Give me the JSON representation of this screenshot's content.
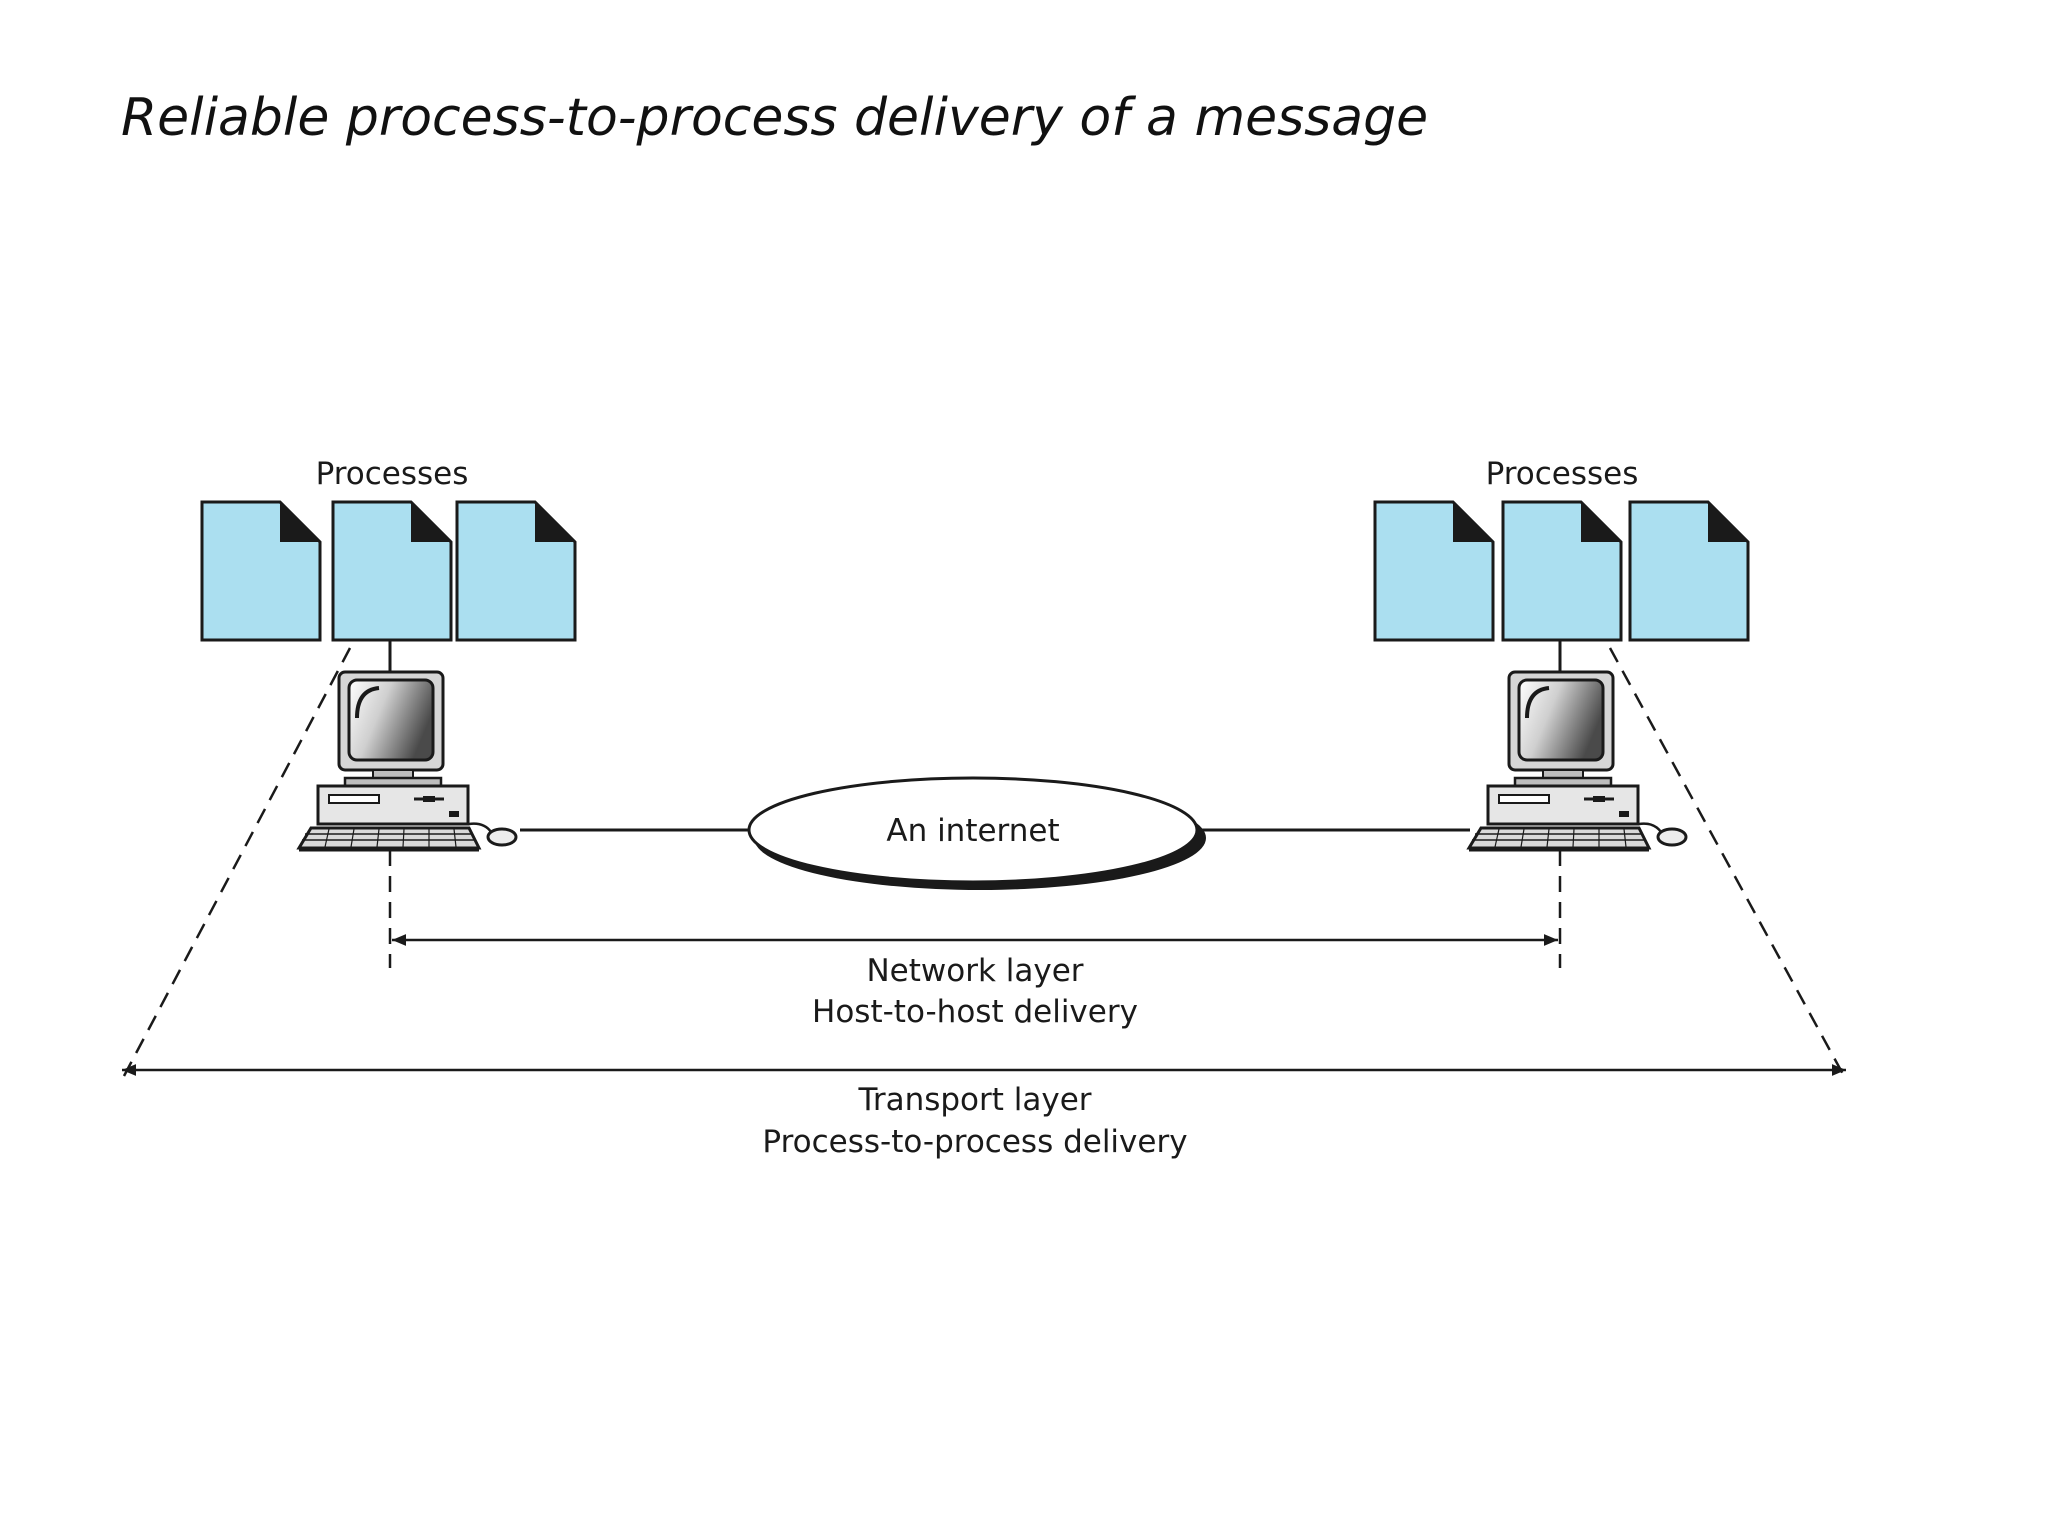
{
  "title": "Reliable process-to-process delivery of a message",
  "left_host": {
    "processes_label": "Processes"
  },
  "right_host": {
    "processes_label": "Processes"
  },
  "cloud": {
    "label": "An internet"
  },
  "network_layer": {
    "line1": "Network layer",
    "line2": "Host-to-host delivery"
  },
  "transport_layer": {
    "line1": "Transport layer",
    "line2": "Process-to-process delivery"
  },
  "colors": {
    "process_fill": "#abdff0",
    "outline": "#1a1a1a"
  }
}
